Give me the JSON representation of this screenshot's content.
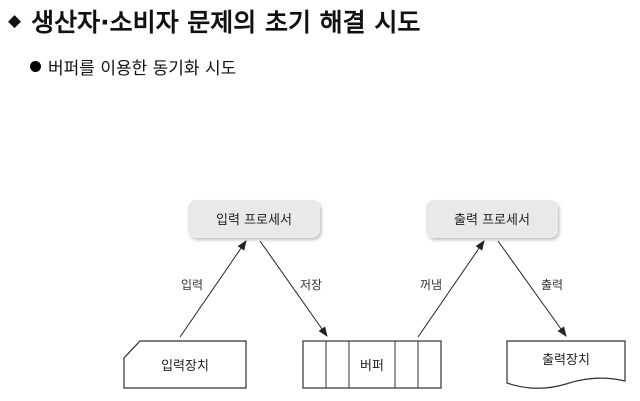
{
  "header": {
    "title": "생산자·소비자 문제의 초기 해결 시도",
    "bullet": "버퍼를 이용한 동기화 시도"
  },
  "diagram": {
    "input_processor": "입력 프로세서",
    "output_processor": "출력 프로세서",
    "input_device": "입력장치",
    "buffer": "버퍼",
    "output_device": "출력장치",
    "edge_input": "입력",
    "edge_store": "저장",
    "edge_take": "꺼냄",
    "edge_output": "출력"
  }
}
